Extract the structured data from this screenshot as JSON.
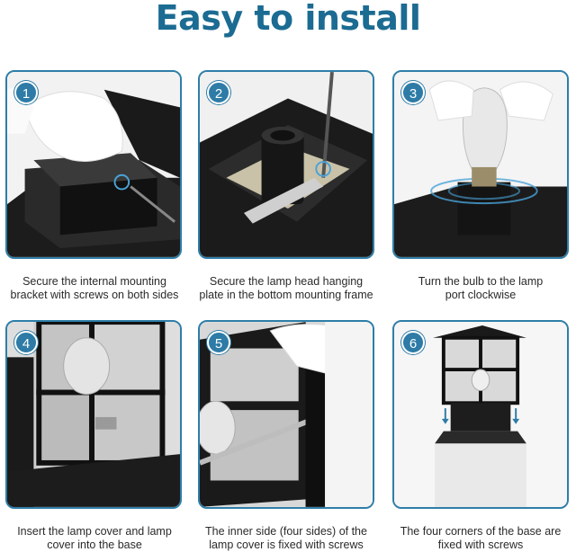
{
  "title": "Easy to install",
  "steps": [
    {
      "number": "1",
      "caption": [
        "Secure the internal mounting",
        "bracket with screws on both sides"
      ]
    },
    {
      "number": "2",
      "caption": [
        "Secure the lamp head hanging",
        "plate in the bottom mounting frame"
      ]
    },
    {
      "number": "3",
      "caption": [
        "Turn the bulb to the lamp",
        "port clockwise"
      ]
    },
    {
      "number": "4",
      "caption": [
        "Insert the lamp cover and lamp",
        "cover into the base"
      ]
    },
    {
      "number": "5",
      "caption": [
        "The inner side (four sides) of the",
        "lamp cover is fixed with screws"
      ]
    },
    {
      "number": "6",
      "caption": [
        "The four corners of the base are",
        "fixed with screws"
      ]
    }
  ],
  "colors": {
    "title": "#1b6b92",
    "accent": "#2d7ba6",
    "panel_border": "#2e7ea8"
  }
}
